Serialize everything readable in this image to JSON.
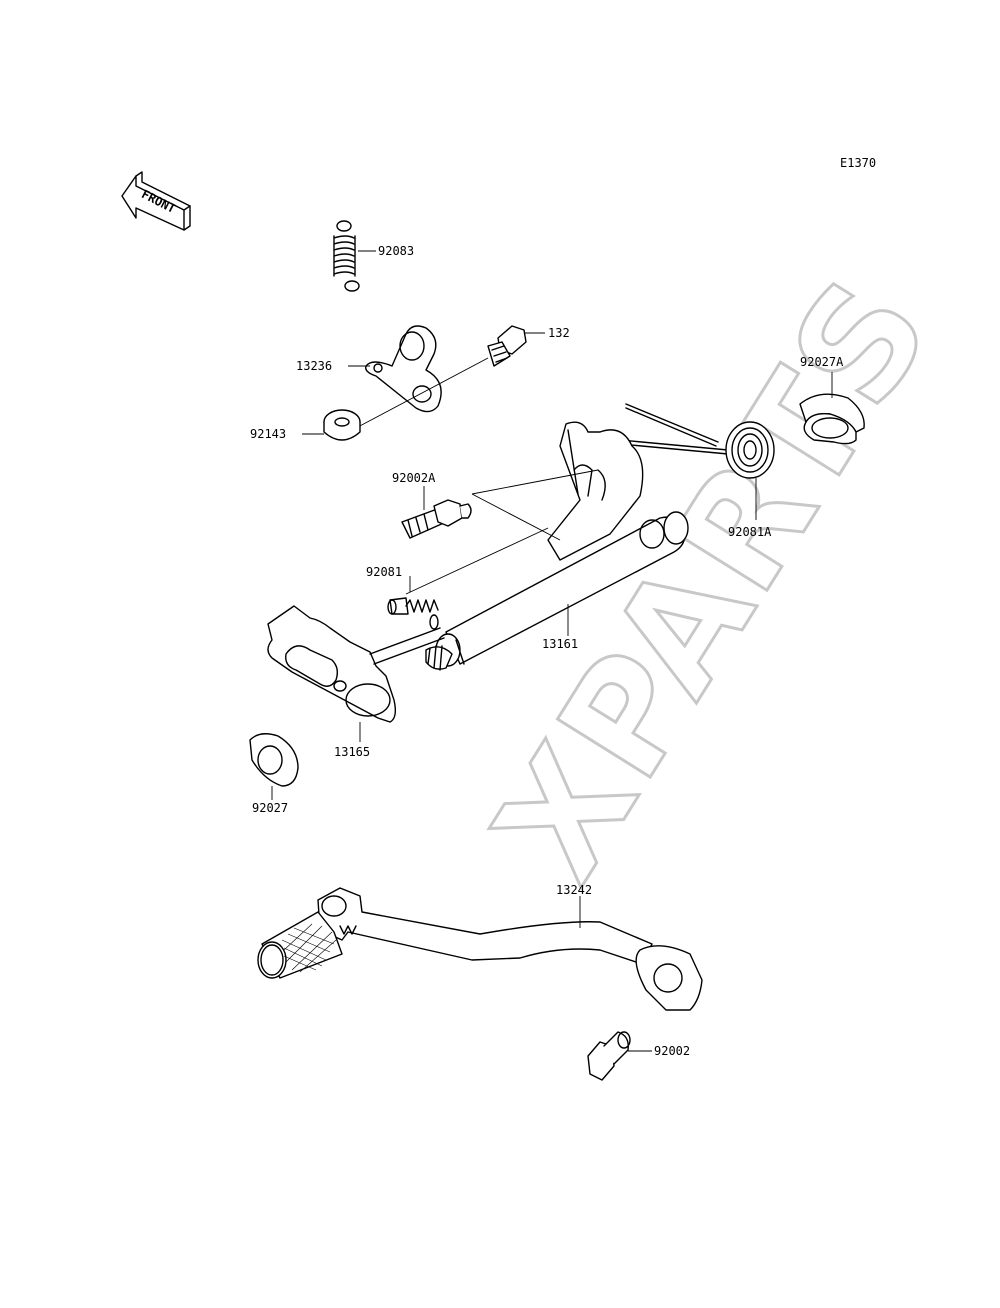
{
  "diagram_code": "E1370",
  "front_label": "FRONT",
  "watermark": "XPARTS",
  "parts": [
    {
      "id": "p-92083",
      "label": "92083"
    },
    {
      "id": "p-132",
      "label": "132"
    },
    {
      "id": "p-13236",
      "label": "13236"
    },
    {
      "id": "p-92143",
      "label": "92143"
    },
    {
      "id": "p-92027A",
      "label": "92027A"
    },
    {
      "id": "p-92002A",
      "label": "92002A"
    },
    {
      "id": "p-92081A",
      "label": "92081A"
    },
    {
      "id": "p-92081",
      "label": "92081"
    },
    {
      "id": "p-13161",
      "label": "13161"
    },
    {
      "id": "p-13165",
      "label": "13165"
    },
    {
      "id": "p-92027",
      "label": "92027"
    },
    {
      "id": "p-13242",
      "label": "13242"
    },
    {
      "id": "p-92002",
      "label": "92002"
    }
  ]
}
